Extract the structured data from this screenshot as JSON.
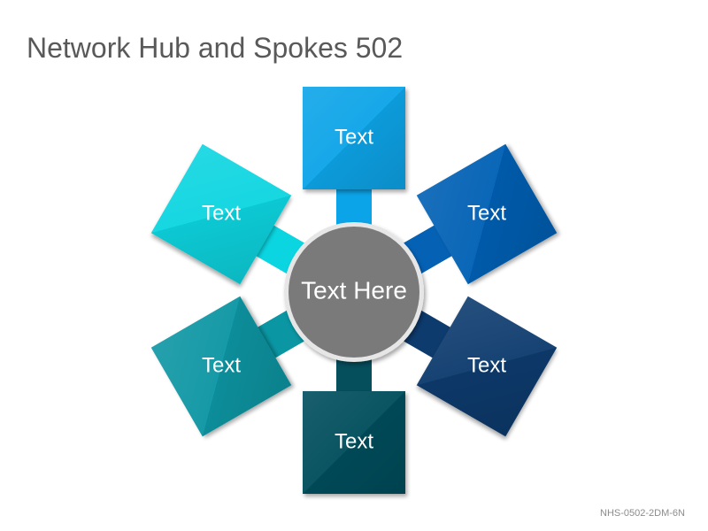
{
  "title": "Network Hub and Spokes 502",
  "code": "NHS-0502-2DM-6N",
  "hub": {
    "label": "Text Here",
    "color": "#7a7a7a"
  },
  "spokes": [
    {
      "label": "Text",
      "color": "#0ba4e8"
    },
    {
      "label": "Text",
      "color": "#0561b4"
    },
    {
      "label": "Text",
      "color": "#0d3b6e"
    },
    {
      "label": "Text",
      "color": "#054e5c"
    },
    {
      "label": "Text",
      "color": "#0a96a3"
    },
    {
      "label": "Text",
      "color": "#0ad5e0"
    }
  ]
}
